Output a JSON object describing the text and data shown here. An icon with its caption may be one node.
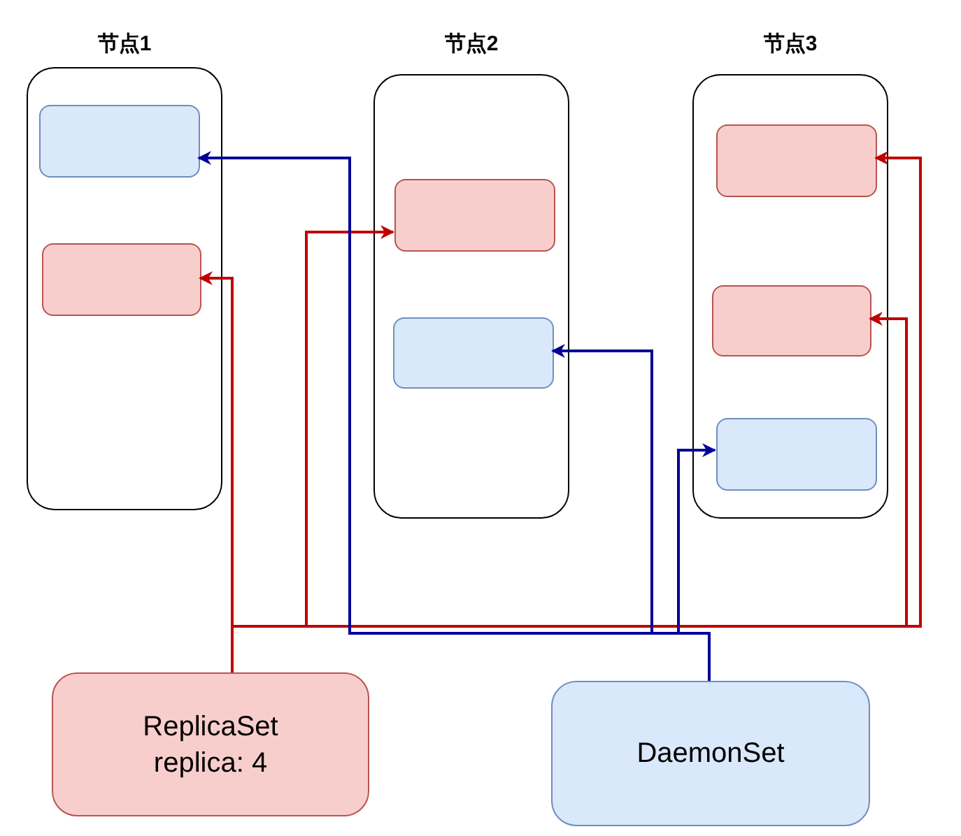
{
  "diagram": {
    "nodes": [
      {
        "text": [
          "节点1"
        ]
      },
      {
        "text": [],
        "shape": "box",
        "in": 0
      },
      {
        "text": [],
        "shape": "box",
        "in": 0
      },
      {
        "text": [
          "节点2"
        ]
      },
      {
        "text": [],
        "shape": "box",
        "in": 3
      },
      {
        "text": [],
        "shape": "box",
        "in": 3
      },
      {
        "text": [
          "节点3"
        ]
      },
      {
        "text": [],
        "shape": "box",
        "in": 6
      },
      {
        "text": [],
        "shape": "box",
        "in": 6
      },
      {
        "text": [],
        "shape": "box",
        "in": 6
      },
      {
        "text": [
          "ReplicaSet replica: 4"
        ]
      },
      {
        "text": [
          "DaemonSet"
        ]
      }
    ],
    "edges": [
      {
        "from": 10,
        "to": 2,
        "arrow": "to"
      },
      {
        "from": 10,
        "to": 4,
        "arrow": "to"
      },
      {
        "from": 10,
        "to": 7,
        "arrow": "to"
      },
      {
        "from": 10,
        "to": 8,
        "arrow": "to"
      },
      {
        "from": 11,
        "to": 1,
        "arrow": "to",
        "color": "#000099"
      },
      {
        "from": 11,
        "to": 5,
        "arrow": "to",
        "color": "#000099"
      },
      {
        "from": 11,
        "to": 9,
        "arrow": "to",
        "color": "#000099"
      }
    ]
  }
}
